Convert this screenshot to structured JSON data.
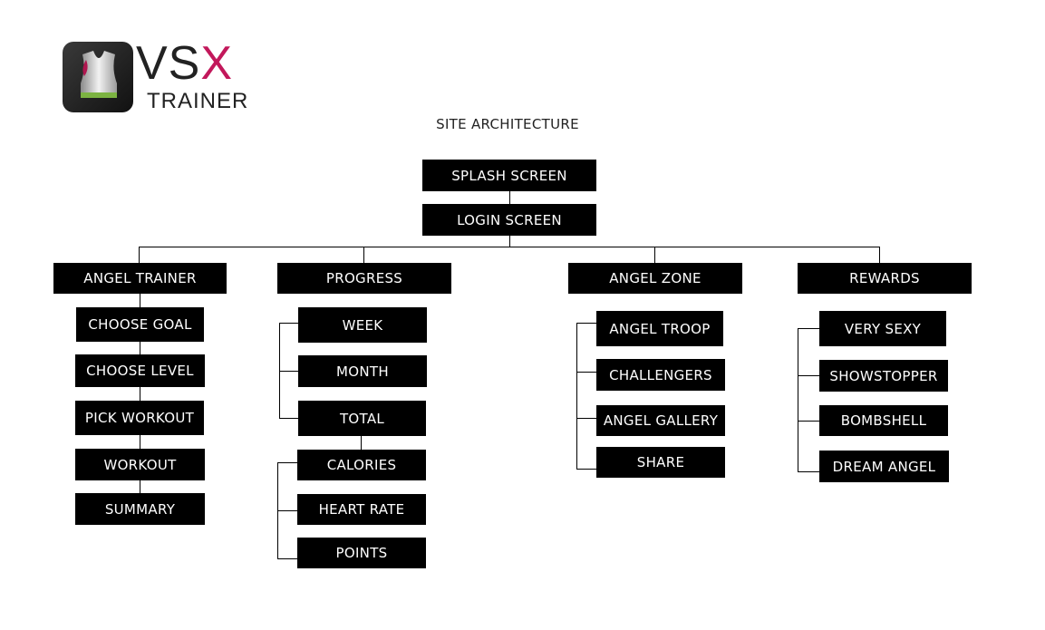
{
  "brand": {
    "vs": "VS",
    "x": "X",
    "sub": "TRAINER"
  },
  "title": "SITE ARCHITECTURE",
  "root": [
    "SPLASH SCREEN",
    "LOGIN SCREEN"
  ],
  "sections": [
    {
      "label": "ANGEL TRAINER",
      "items": [
        "CHOOSE GOAL",
        "CHOOSE LEVEL",
        "PICK WORKOUT",
        "WORKOUT",
        "SUMMARY"
      ]
    },
    {
      "label": "PROGRESS",
      "items": [
        "WEEK",
        "MONTH",
        "TOTAL"
      ],
      "subitems": [
        "CALORIES",
        "HEART RATE",
        "POINTS"
      ]
    },
    {
      "label": "ANGEL ZONE",
      "items": [
        "ANGEL TROOP",
        "CHALLENGERS",
        "ANGEL GALLERY",
        "SHARE"
      ]
    },
    {
      "label": "REWARDS",
      "items": [
        "VERY SEXY",
        "SHOWSTOPPER",
        "BOMBSHELL",
        "DREAM ANGEL"
      ]
    }
  ]
}
